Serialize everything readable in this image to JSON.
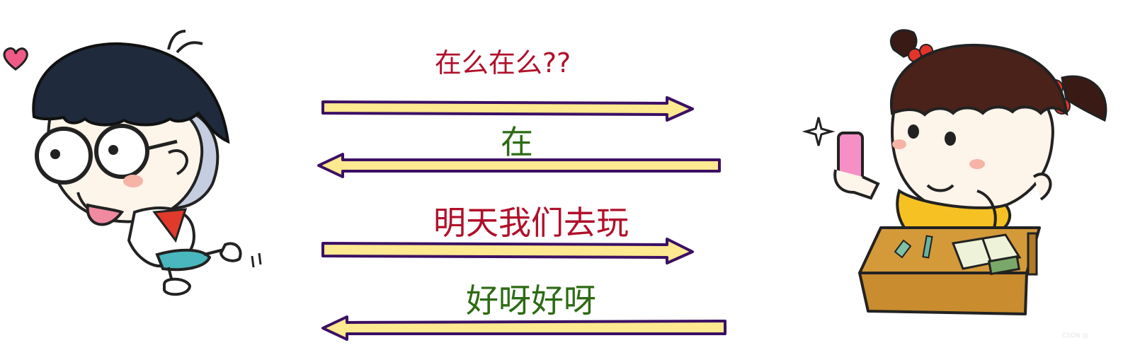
{
  "colors": {
    "question": "#b0102a",
    "answer": "#2d6b14",
    "arrow_fill": "#fde98f",
    "arrow_stroke": "#3b1064"
  },
  "messages": [
    {
      "text": "在么在么??",
      "direction": "to-right",
      "color_key": "question"
    },
    {
      "text": "在",
      "direction": "to-left",
      "color_key": "answer"
    },
    {
      "text": "明天我们去玩",
      "direction": "to-right",
      "color_key": "question"
    },
    {
      "text": "好呀好呀",
      "direction": "to-left",
      "color_key": "answer"
    }
  ],
  "characters": {
    "left": "boy-with-glasses-cartoon",
    "right": "girl-with-phone-at-desk-cartoon"
  },
  "watermark": "CSDN @"
}
